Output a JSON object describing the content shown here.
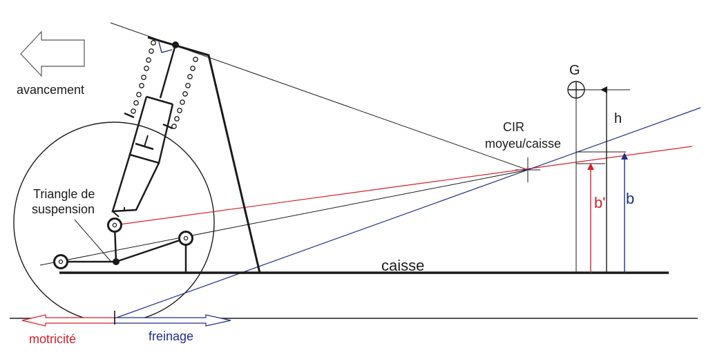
{
  "labels": {
    "avancement": "avancement",
    "g": "G",
    "h": "h",
    "cir_line1": "CIR",
    "cir_line2": "moyeu/caisse",
    "triangle_line1": "Triangle de",
    "triangle_line2": "suspension",
    "b_prime": "b'",
    "b": "b",
    "caisse": "caisse",
    "motricite": "motricité",
    "freinage": "freinage"
  },
  "colors": {
    "ink": "#1a1a1a",
    "red": "#d4202a",
    "blue": "#1f2f8a"
  }
}
